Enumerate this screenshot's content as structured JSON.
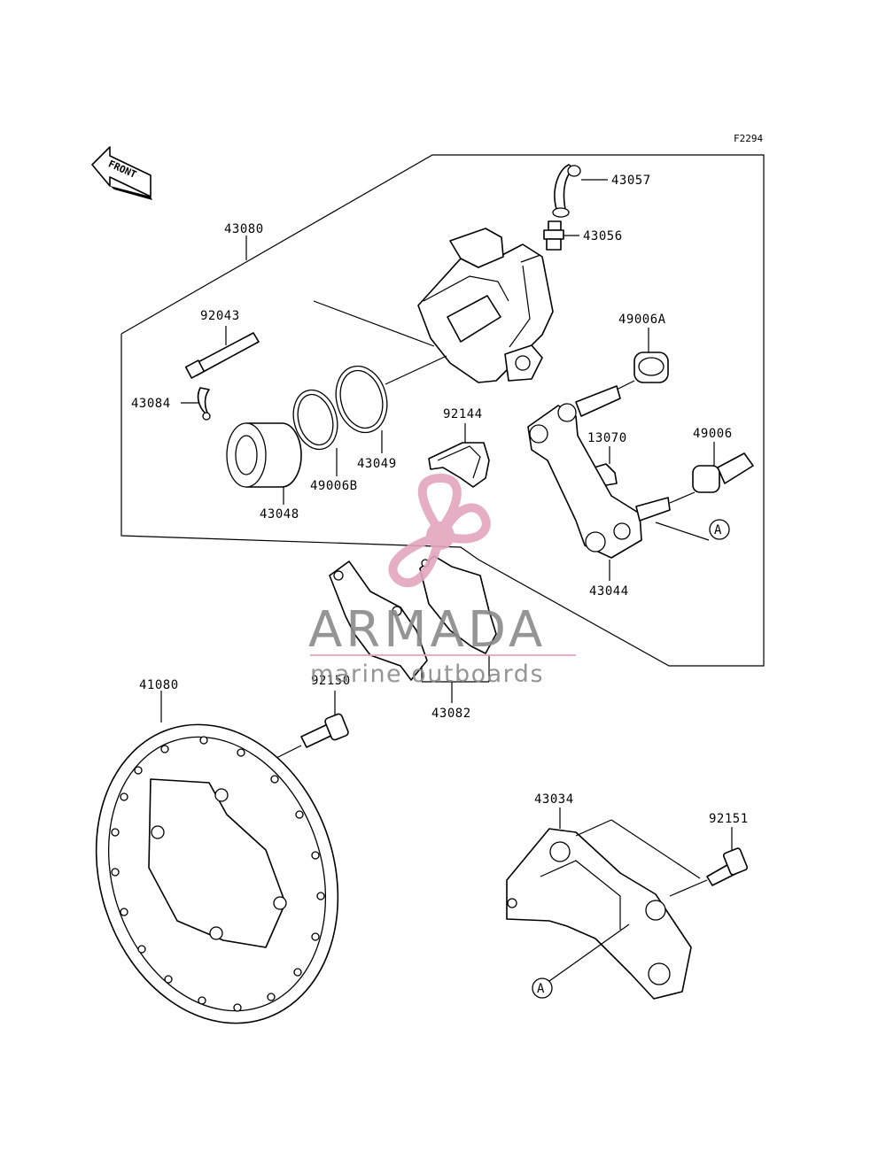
{
  "figure_code": "F2294",
  "direction_label": "FRONT",
  "reference_marker": "A",
  "watermark": {
    "brand": "ARMADA",
    "tagline": "marine outboards",
    "color": "#e3a6bf"
  },
  "parts": [
    {
      "id": "p43057",
      "number": "43057"
    },
    {
      "id": "p43056",
      "number": "43056"
    },
    {
      "id": "p43080",
      "number": "43080"
    },
    {
      "id": "p92043",
      "number": "92043"
    },
    {
      "id": "p43084",
      "number": "43084"
    },
    {
      "id": "p49006A",
      "number": "49006A"
    },
    {
      "id": "p92144",
      "number": "92144"
    },
    {
      "id": "p13070",
      "number": "13070"
    },
    {
      "id": "p49006",
      "number": "49006"
    },
    {
      "id": "p43049",
      "number": "43049"
    },
    {
      "id": "p49006B",
      "number": "49006B"
    },
    {
      "id": "p43048",
      "number": "43048"
    },
    {
      "id": "p43044",
      "number": "43044"
    },
    {
      "id": "p41080",
      "number": "41080"
    },
    {
      "id": "p92150",
      "number": "92150"
    },
    {
      "id": "p43082",
      "number": "43082"
    },
    {
      "id": "p43034",
      "number": "43034"
    },
    {
      "id": "p92151",
      "number": "92151"
    }
  ]
}
